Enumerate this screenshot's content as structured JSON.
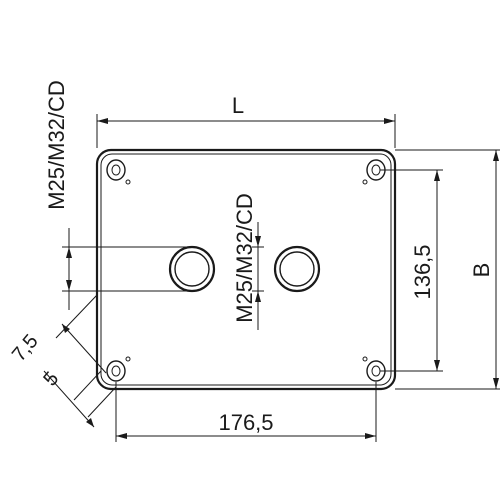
{
  "drawing": {
    "labels": {
      "length": "L",
      "width": "B",
      "gland_left": "M25/M32/CD",
      "gland_center": "M25/M32/CD",
      "hole_spacing_vertical": "136,5",
      "hole_spacing_horizontal": "176,5",
      "offset_large": "7,5",
      "offset_small": "5"
    },
    "icons": {
      "enclosure": "enclosure-outline-icon",
      "gland_hole": "cable-gland-hole-icon",
      "mounting_hole": "mounting-hole-icon"
    }
  }
}
